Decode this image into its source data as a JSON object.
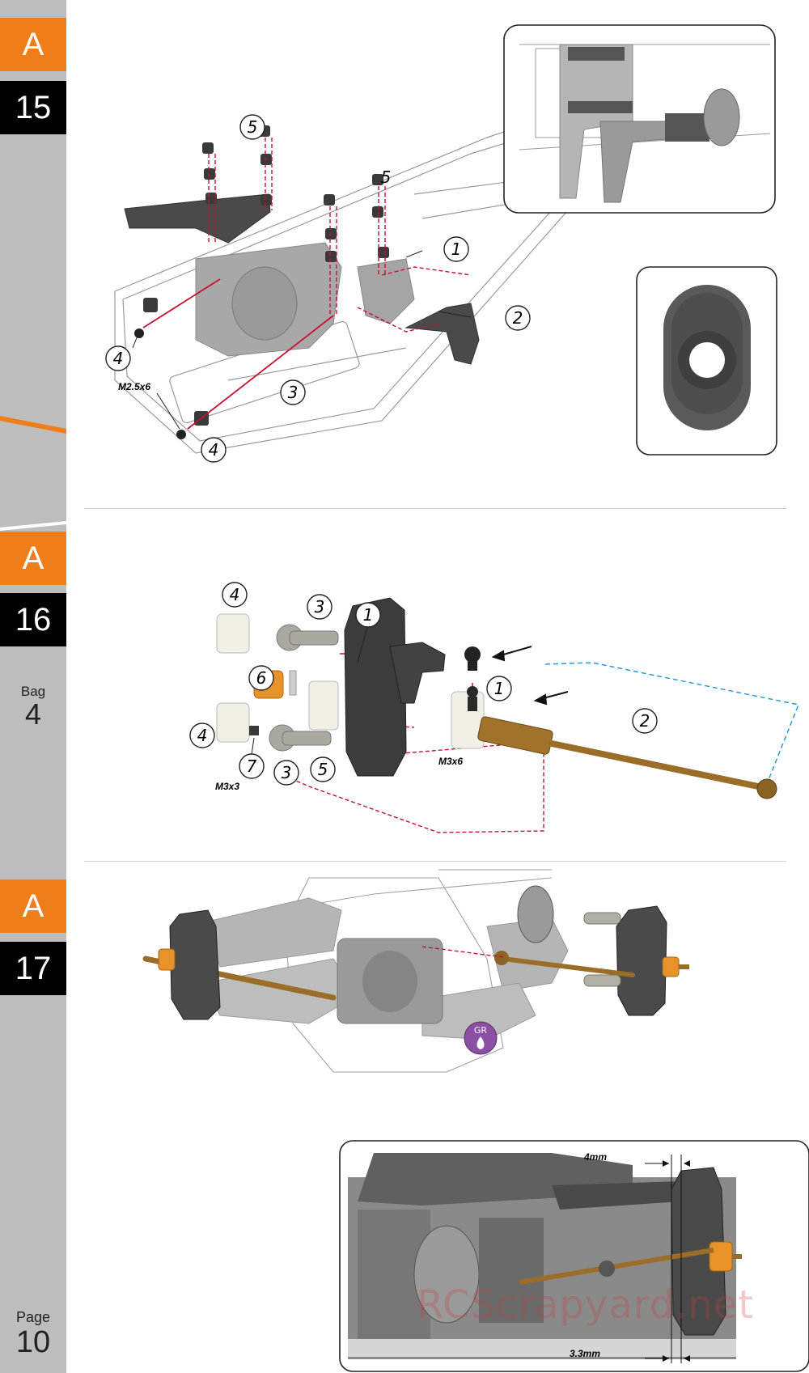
{
  "steps": [
    {
      "letter": "A",
      "number": "15"
    },
    {
      "letter": "A",
      "number": "16"
    },
    {
      "letter": "A",
      "number": "17"
    }
  ],
  "bag": {
    "label": "Bag",
    "number": "4"
  },
  "page": {
    "label": "Page",
    "number": "10"
  },
  "step15": {
    "callouts": [
      "1",
      "2",
      "3",
      "4",
      "4",
      "5"
    ],
    "free_number": "5",
    "screw_label": "M2.5x6"
  },
  "step16": {
    "callouts": [
      "1",
      "1",
      "2",
      "3",
      "3",
      "4",
      "4",
      "5",
      "6",
      "7"
    ],
    "screw_m3x6": "M3x6",
    "screw_m3x3": "M3x3"
  },
  "step17": {
    "grease_badge": "GR",
    "dim_top": "4mm",
    "dim_bottom": "3.3mm"
  },
  "watermark": "RCScrapyard.net",
  "colors": {
    "accent": "#ee7d1a",
    "sidebar": "#bdbdbd",
    "leader": "#c8102e",
    "blue_dash": "#2a9bd6",
    "grease": "#8b4fa3",
    "brass": "#b98a3a"
  }
}
